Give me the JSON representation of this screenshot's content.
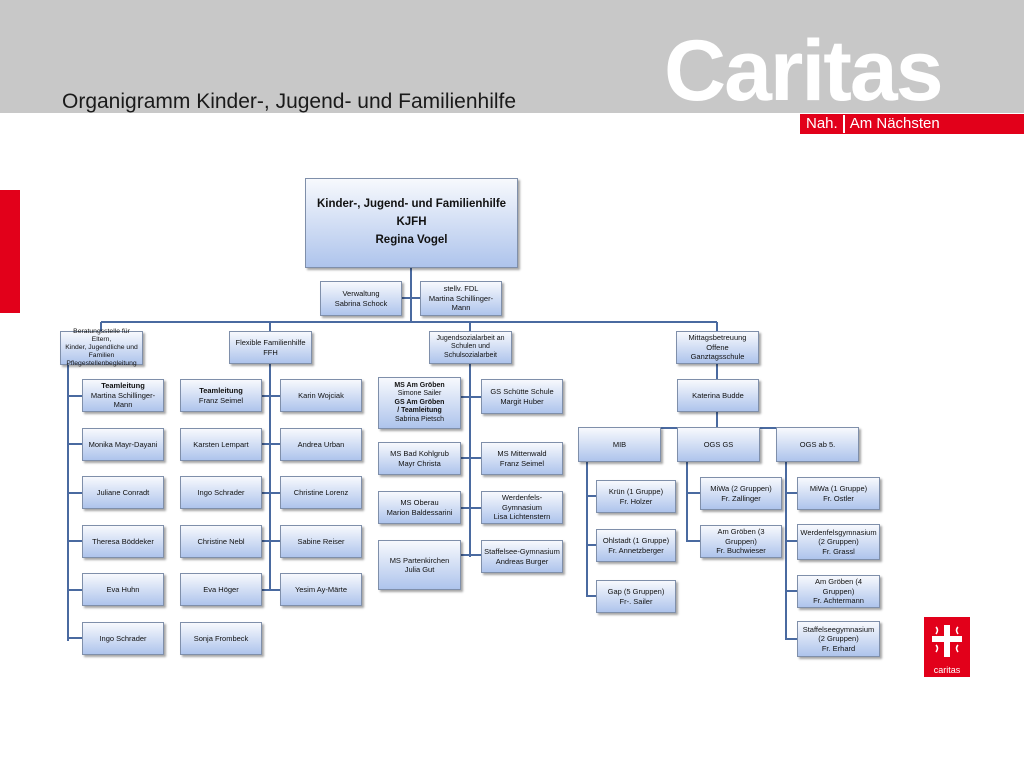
{
  "slide": {
    "title": "Organigramm Kinder-, Jugend- und Familienhilfe",
    "brand": "Caritas",
    "tagline_a": "Nah.",
    "tagline_b": "Am Nächsten",
    "logo_text": "caritas"
  },
  "colors": {
    "accent": "#e2001a",
    "header": "#c8c8c8",
    "box_top": "#f7f9fd",
    "box_bottom": "#aec4ec",
    "line": "#4a6aa0"
  },
  "org": {
    "root": {
      "l1": "Kinder-, Jugend- und Familienhilfe",
      "l2": "KJFH",
      "l3": "Regina Vogel"
    },
    "verwaltung": {
      "l1": "Verwaltung",
      "l2": "Sabrina Schock"
    },
    "stellv": {
      "l1": "stellv. FDL",
      "l2": "Martina Schillinger-Mann"
    },
    "beratung": {
      "l1": "Beratungsstelle für Eltern,",
      "l2": "Kinder, Jugendliche und",
      "l3": "Familien",
      "l4": "Pflegestellenbegleitung"
    },
    "ffh": {
      "l1": "Flexible Familienhilfe",
      "l2": "FFH"
    },
    "jsa": {
      "l1": "Jugendsozialarbeit an",
      "l2": "Schulen und",
      "l3": "Schulsozialarbeit"
    },
    "mittag": {
      "l1": "Mittagsbetreuung",
      "l2": "Offene Ganztagsschule"
    },
    "beratung_staff": [
      {
        "l1": "Teamleitung",
        "l2": "Martina Schillinger-Mann"
      },
      {
        "l1": "Monika Mayr-Dayani"
      },
      {
        "l1": "Juliane Conradt"
      },
      {
        "l1": "Theresa Böddeker"
      },
      {
        "l1": "Eva Huhn"
      },
      {
        "l1": "Ingo Schrader"
      }
    ],
    "ffh_left": [
      {
        "l1": "Teamleitung",
        "l2": "Franz Seimel"
      },
      {
        "l1": "Karsten Lempart"
      },
      {
        "l1": "Ingo Schrader"
      },
      {
        "l1": "Christine Nebl"
      },
      {
        "l1": "Eva Höger"
      },
      {
        "l1": "Sonja Frombeck"
      }
    ],
    "ffh_right": [
      {
        "l1": "Karin Wojciak"
      },
      {
        "l1": "Andrea Urban"
      },
      {
        "l1": "Christine Lorenz"
      },
      {
        "l1": "Sabine Reiser"
      },
      {
        "l1": "Yesim Ay-Märte"
      }
    ],
    "jsa_left": [
      {
        "l1": "MS Am Gröben",
        "l2": "Simone Sailer",
        "l3": "GS Am Gröben",
        "l4": "/ Teamleitung",
        "l5": "Sabrina Pietsch"
      },
      {
        "l1": "MS Bad Kohlgrub",
        "l2": "Mayr Christa"
      },
      {
        "l1": "MS Oberau",
        "l2": "Marion Baldessarini"
      },
      {
        "l1": "MS Partenkirchen",
        "l2": "Julia Gut"
      }
    ],
    "jsa_right": [
      {
        "l1": "GS Schütte Schule",
        "l2": "Margit Huber"
      },
      {
        "l1": "MS Mittenwald",
        "l2": "Franz Seimel"
      },
      {
        "l1": "Werdenfels-Gymnasium",
        "l2": "Lisa Lichtenstern"
      },
      {
        "l1": "Staffelsee-Gymnasium",
        "l2": "Andreas Burger"
      }
    ],
    "katerina": {
      "l1": "Katerina Budde"
    },
    "mib": {
      "l1": "MIB"
    },
    "ogs_gs": {
      "l1": "OGS GS"
    },
    "ogs_ab5": {
      "l1": "OGS ab 5."
    },
    "mib_items": [
      {
        "l1": "Krün (1 Gruppe)",
        "l2": "Fr. Holzer"
      },
      {
        "l1": "Ohlstadt (1 Gruppe)",
        "l2": "Fr. Annetzberger"
      },
      {
        "l1": "Gap (5 Gruppen)",
        "l2": "Fr-. Sailer"
      }
    ],
    "ogsgs_items": [
      {
        "l1": "MiWa (2 Gruppen)",
        "l2": "Fr. Zallinger"
      },
      {
        "l1": "Am Gröben (3 Gruppen)",
        "l2": "Fr. Buchwieser"
      }
    ],
    "ogs5_items": [
      {
        "l1": "MiWa (1 Gruppe)",
        "l2": "Fr. Ostler"
      },
      {
        "l1": "Werdenfelsgymnasium",
        "l2": "(2 Gruppen)",
        "l3": "Fr. Grassl"
      },
      {
        "l1": "Am Gröben (4 Gruppen)",
        "l2": "Fr. Achtermann"
      },
      {
        "l1": "Staffelseegymnasium",
        "l2": "(2 Gruppen)",
        "l3": "Fr. Erhard"
      }
    ]
  }
}
